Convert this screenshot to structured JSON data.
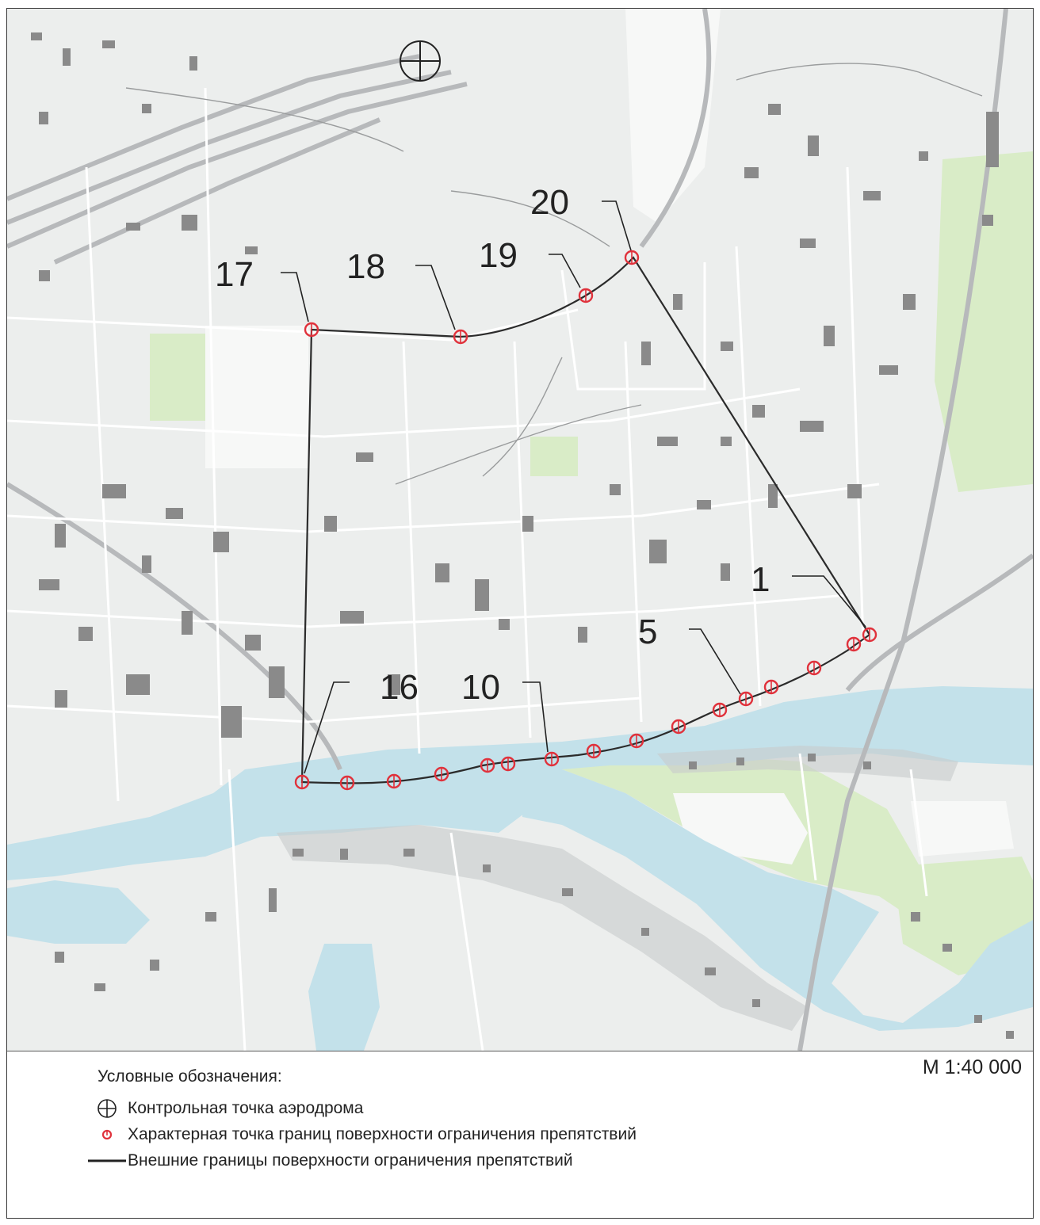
{
  "map": {
    "scale": "М 1:40 000",
    "point_labels": [
      {
        "id": "p20",
        "text": "20"
      },
      {
        "id": "p19",
        "text": "19"
      },
      {
        "id": "p18",
        "text": "18"
      },
      {
        "id": "p17",
        "text": "17"
      },
      {
        "id": "p1",
        "text": "1"
      },
      {
        "id": "p5",
        "text": "5"
      },
      {
        "id": "p16",
        "text": "16"
      },
      {
        "id": "p10",
        "text": "10"
      }
    ],
    "colors": {
      "water": "#c3e1ea",
      "green": "#d9ecc7",
      "buildings": "#8a8a8a",
      "roads": "#ffffff",
      "rail": "#b7b9bb",
      "boundary": "#2b2b2b",
      "points": "#e0323c"
    },
    "icons": [
      "aerodrome-reference-point-icon"
    ]
  },
  "legend": {
    "title": "Условные обозначения:",
    "items": [
      {
        "icon": "crosshair-circle-icon",
        "label": "Контрольная точка аэродрома"
      },
      {
        "icon": "red-circle-point-icon",
        "label": "Характерная точка границ поверхности ограничения препятствий"
      },
      {
        "icon": "black-line-icon",
        "label": "Внешние границы поверхности ограничения препятствий"
      }
    ]
  }
}
